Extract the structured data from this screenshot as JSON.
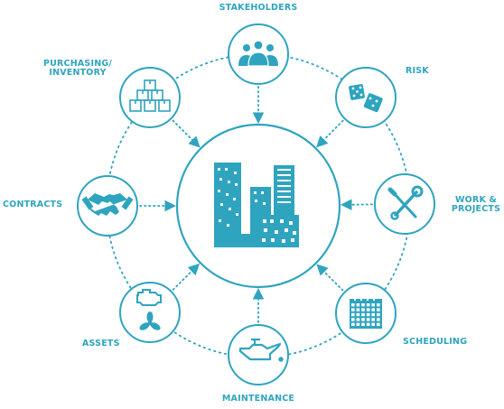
{
  "colors": {
    "accent": "#2fa4bf",
    "background": "#ffffff"
  },
  "center": {
    "icon": "city-buildings-icon"
  },
  "nodes": [
    {
      "id": "stakeholders",
      "label_lines": [
        "STAKEHOLDERS"
      ],
      "icon": "people-icon"
    },
    {
      "id": "risk",
      "label_lines": [
        "RISK"
      ],
      "icon": "dice-icon"
    },
    {
      "id": "work-projects",
      "label_lines": [
        "WORK &",
        "PROJECTS"
      ],
      "icon": "wrench-screwdriver-icon"
    },
    {
      "id": "scheduling",
      "label_lines": [
        "SCHEDULING"
      ],
      "icon": "calendar-icon"
    },
    {
      "id": "maintenance",
      "label_lines": [
        "MAINTENANCE"
      ],
      "icon": "oil-can-icon"
    },
    {
      "id": "assets",
      "label_lines": [
        "ASSETS"
      ],
      "icon": "engine-fan-icon"
    },
    {
      "id": "contracts",
      "label_lines": [
        "CONTRACTS"
      ],
      "icon": "handshake-icon"
    },
    {
      "id": "purchasing-inventory",
      "label_lines": [
        "PURCHASING/",
        "INVENTORY"
      ],
      "icon": "boxes-icon"
    }
  ]
}
